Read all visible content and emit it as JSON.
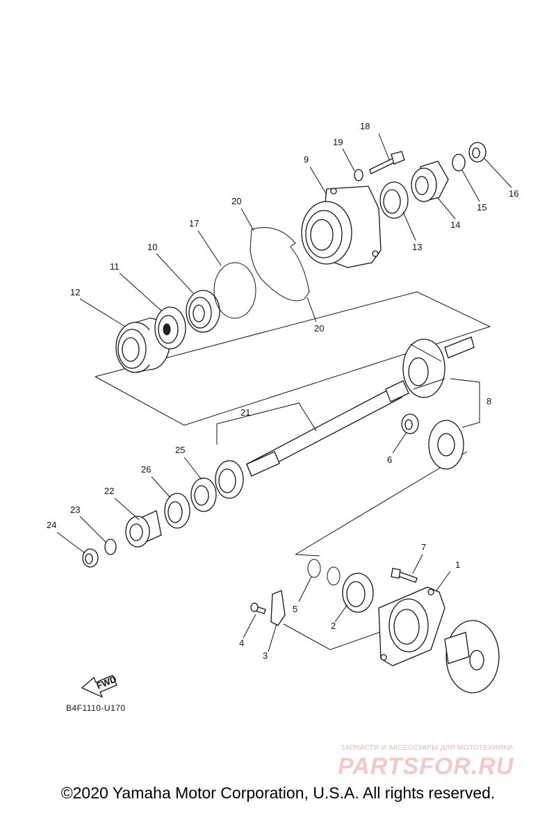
{
  "diagram": {
    "code": "B4F1110-U170",
    "fwd_label": "FWD",
    "callouts": [
      "1",
      "2",
      "3",
      "4",
      "5",
      "6",
      "7",
      "8",
      "9",
      "10",
      "11",
      "12",
      "13",
      "14",
      "15",
      "16",
      "17",
      "18",
      "19",
      "20",
      "20",
      "21",
      "22",
      "23",
      "24",
      "25",
      "26"
    ]
  },
  "watermark": {
    "tagline": "ЗАПЧАСТИ И АКСЕССУАРЫ ДЛЯ МОТОТЕХНИКИ",
    "logo": "PARTSFOR.RU"
  },
  "footer": {
    "copyright": "©2020 Yamaha Motor Corporation, U.S.A. All rights reserved."
  }
}
